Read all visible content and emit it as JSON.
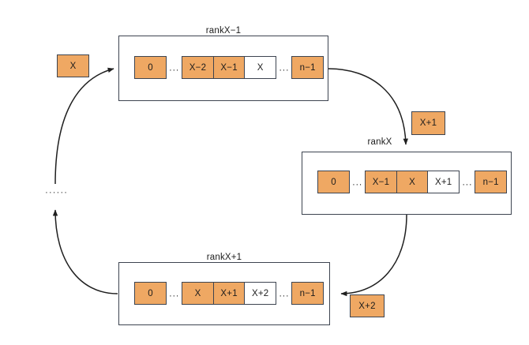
{
  "diagram": {
    "title": "rank rotation diagram",
    "colors": {
      "cell_fill": "#efa863",
      "cell_empty_fill": "#ffffff",
      "stroke": "#3d4450",
      "background": "#ffffff"
    },
    "ranks": [
      {
        "id": "rank-x-minus-1",
        "label": "rankX−1",
        "cells": [
          {
            "text": "0",
            "filled": true,
            "adjacent": false
          },
          {
            "text": "…",
            "filled": false,
            "gap": true
          },
          {
            "text": "X−2",
            "filled": true,
            "adjacent": false
          },
          {
            "text": "X−1",
            "filled": true,
            "adjacent": true
          },
          {
            "text": "X",
            "filled": false,
            "adjacent": true
          },
          {
            "text": "…",
            "filled": false,
            "gap": true
          },
          {
            "text": "n−1",
            "filled": true,
            "adjacent": false
          }
        ]
      },
      {
        "id": "rank-x",
        "label": "rankX",
        "cells": [
          {
            "text": "0",
            "filled": true,
            "adjacent": false
          },
          {
            "text": "…",
            "filled": false,
            "gap": true
          },
          {
            "text": "X−1",
            "filled": true,
            "adjacent": false
          },
          {
            "text": "X",
            "filled": true,
            "adjacent": true
          },
          {
            "text": "X+1",
            "filled": false,
            "adjacent": true
          },
          {
            "text": "…",
            "filled": false,
            "gap": true
          },
          {
            "text": "n−1",
            "filled": true,
            "adjacent": false
          }
        ]
      },
      {
        "id": "rank-x-plus-1",
        "label": "rankX+1",
        "cells": [
          {
            "text": "0",
            "filled": true,
            "adjacent": false
          },
          {
            "text": "…",
            "filled": false,
            "gap": true
          },
          {
            "text": "X",
            "filled": true,
            "adjacent": false
          },
          {
            "text": "X+1",
            "filled": true,
            "adjacent": true
          },
          {
            "text": "X+2",
            "filled": false,
            "adjacent": true
          },
          {
            "text": "…",
            "filled": false,
            "gap": true
          },
          {
            "text": "n−1",
            "filled": true,
            "adjacent": false
          }
        ]
      }
    ],
    "tokens": [
      {
        "id": "token-x",
        "text": "X"
      },
      {
        "id": "token-x-plus-1",
        "text": "X+1"
      },
      {
        "id": "token-x-plus-2",
        "text": "X+2"
      }
    ],
    "ellipsis": "······",
    "gap_dots": "···"
  }
}
